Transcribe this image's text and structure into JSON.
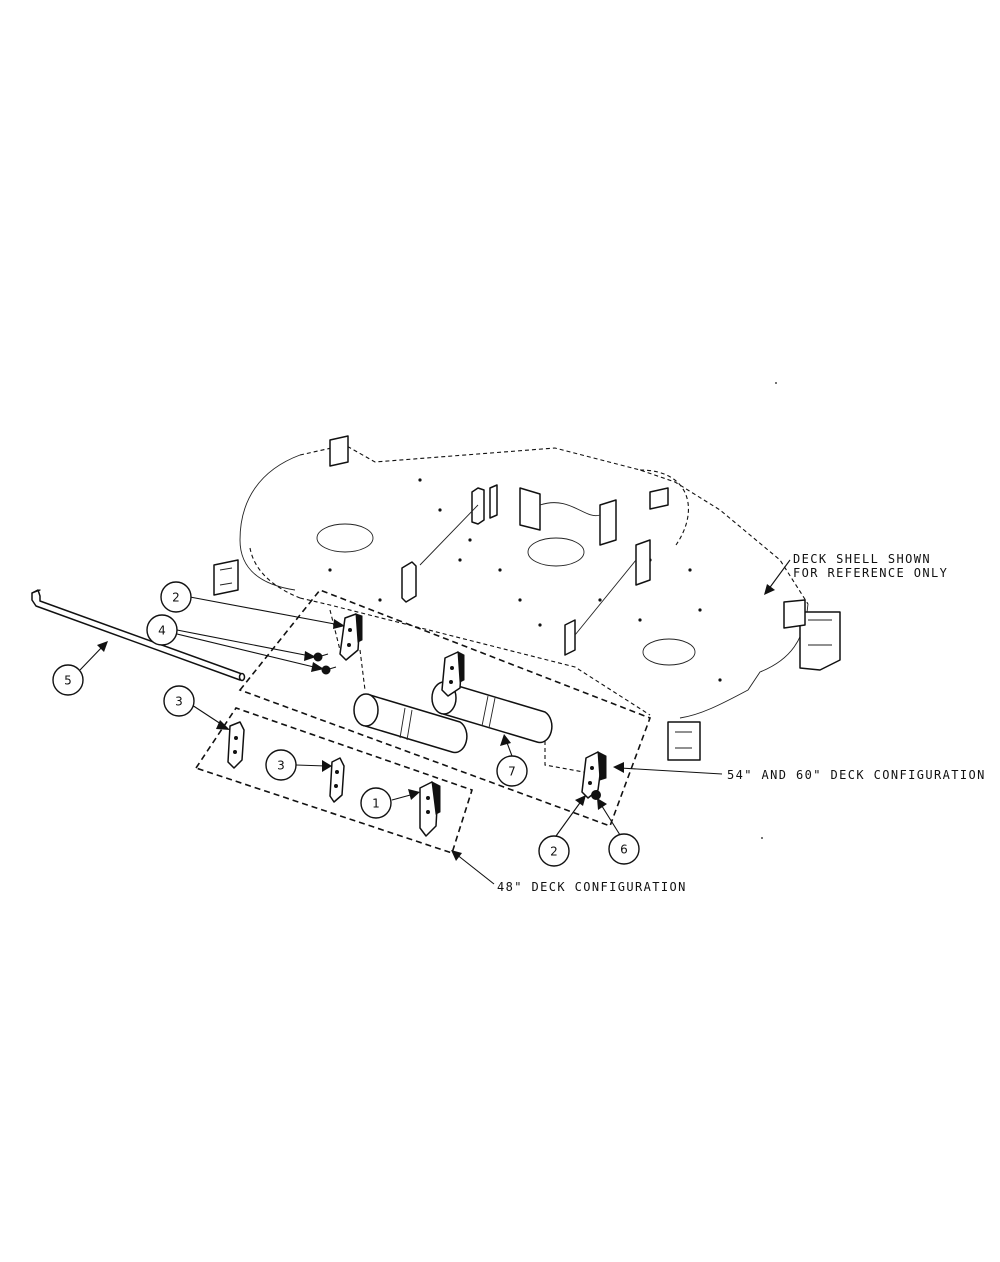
{
  "callouts": {
    "c1": "1",
    "c2a": "2",
    "c2b": "2",
    "c3a": "3",
    "c3b": "3",
    "c4": "4",
    "c5": "5",
    "c6": "6",
    "c7": "7"
  },
  "notes": {
    "deck_shell_line1": "DECK SHELL SHOWN",
    "deck_shell_line2": "FOR REFERENCE ONLY",
    "config_54_60": "54\" AND 60\" DECK CONFIGURATION",
    "config_48": "48\" DECK CONFIGURATION"
  }
}
